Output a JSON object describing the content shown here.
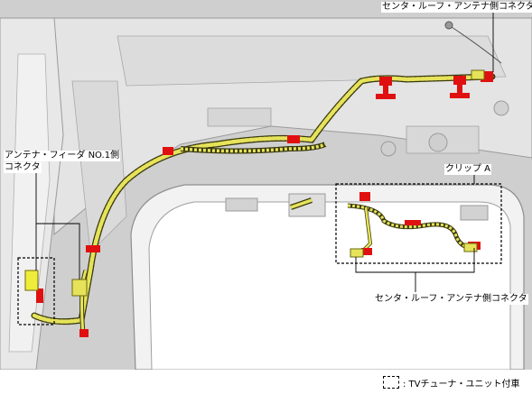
{
  "labels": {
    "top_connector": "センタ・ルーフ・アンテナ側コネクタ",
    "antenna_feeder_line1": "アンテナ・フィーダ NO.1側",
    "antenna_feeder_line2": "コネクタ",
    "clip_a": "クリップ A",
    "right_connector": "センタ・ルーフ・アンテナ側コネクタ"
  },
  "legend": {
    "text": ": TVチューナ・ユニット付車"
  },
  "colors": {
    "harness": "#e6e35a",
    "harness_stripe": "#5a5a10",
    "clip": "#e01010",
    "body_panel": "#e9e9e9",
    "background": "#d4d4d4"
  }
}
